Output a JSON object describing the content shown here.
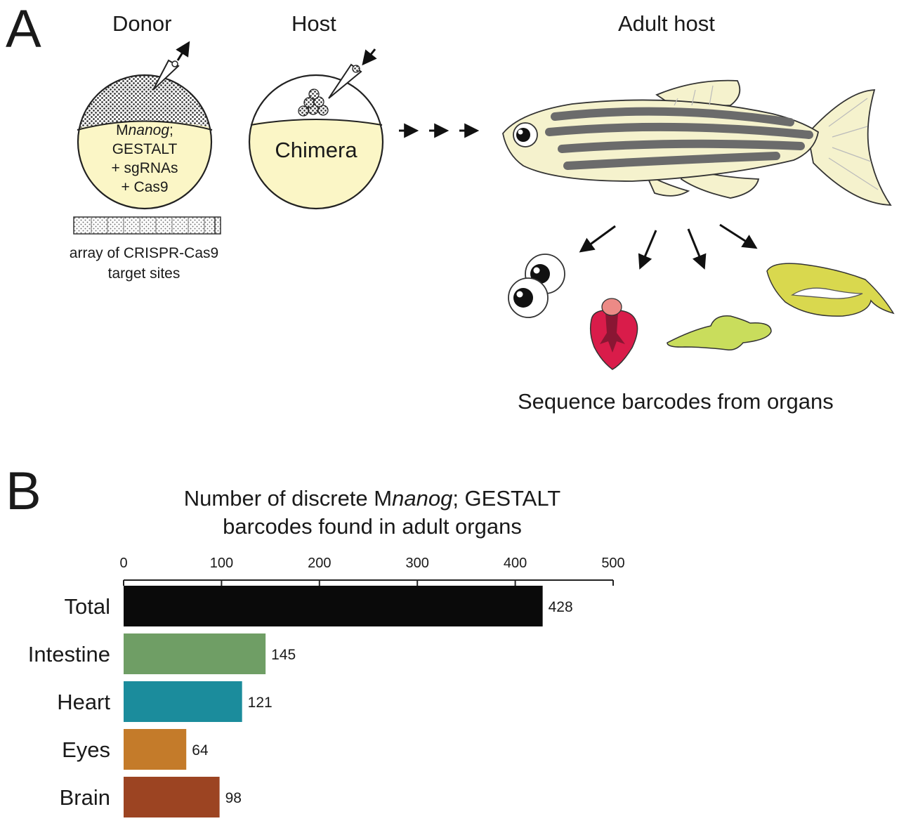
{
  "panelA": {
    "letter": "A",
    "donor_label": "Donor",
    "host_label": "Host",
    "adult_host_label": "Adult host",
    "donor_text": {
      "line1_prefix": "M",
      "line1_italic": "nanog",
      "line1_suffix": ";",
      "line2": "GESTALT",
      "line3": "+ sgRNAs",
      "line4": "+ Cas9"
    },
    "chimera_label": "Chimera",
    "array_caption": {
      "line1": "array of CRISPR-Cas9",
      "line2": "target sites"
    },
    "organs_caption": "Sequence barcodes from organs"
  },
  "panelB": {
    "letter": "B",
    "title_line1_prefix": "Number of discrete M",
    "title_line1_italic": "nanog",
    "title_line1_suffix": "; GESTALT",
    "title_line2": "barcodes found in adult organs"
  },
  "colors": {
    "yolk": "#fbf6c6",
    "fish_body": "#f5f2cd",
    "fish_stripe": "#6b6b6b",
    "heart": "#d91c4a",
    "liver": "#c9dd5c",
    "intestine": "#d9d84e"
  },
  "chart_data": {
    "type": "bar",
    "orientation": "horizontal",
    "categories": [
      "Total",
      "Intestine",
      "Heart",
      "Eyes",
      "Brain"
    ],
    "values": [
      428,
      145,
      121,
      64,
      98
    ],
    "colors": [
      "#0a0a0a",
      "#6f9e65",
      "#1b8c9c",
      "#c47b2a",
      "#9c4422"
    ],
    "xlim": [
      0,
      500
    ],
    "xticks": [
      0,
      100,
      200,
      300,
      400,
      500
    ],
    "axis_position": "top",
    "data_labels": true,
    "grid": false
  }
}
